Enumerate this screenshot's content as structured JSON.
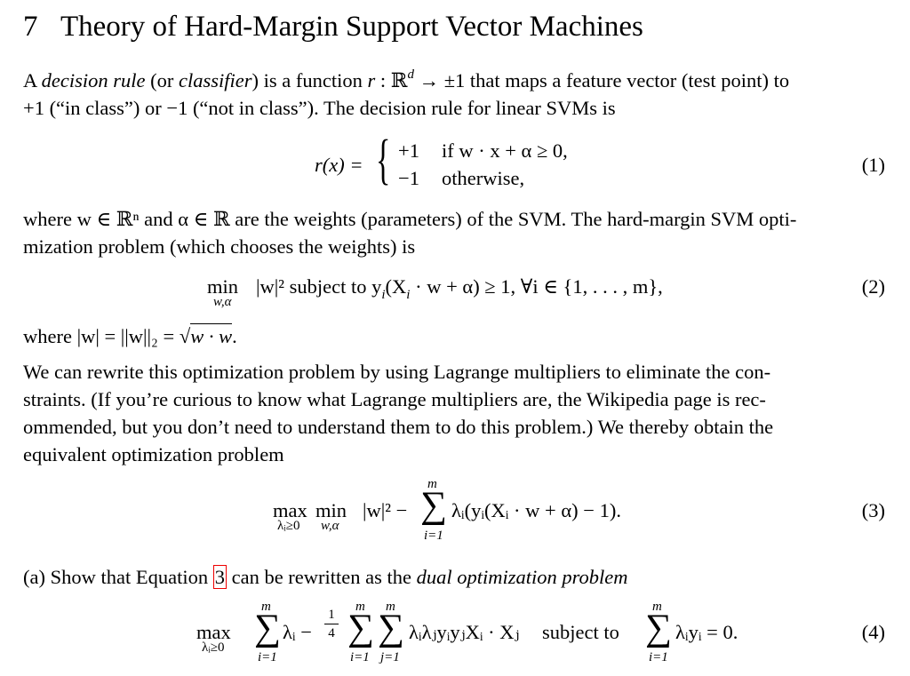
{
  "section": {
    "number": "7",
    "title": "Theory of Hard-Margin Support Vector Machines"
  },
  "p1": {
    "a": "A ",
    "term1": "decision rule",
    "b": " (or ",
    "term2": "classifier",
    "c": ") is a function ",
    "d": " that maps a feature vector (test point) to",
    "line2": "+1 (“in class”) or −1 (“not in class”). The decision rule for linear SVMs is"
  },
  "eq1": {
    "lhs": "r(x) =",
    "case1_val": "+1",
    "case1_cond": "if w · x + α ≥ 0,",
    "case2_val": "−1",
    "case2_cond": "otherwise,",
    "num": "(1)"
  },
  "p2": {
    "line1": "where w ∈ ℝⁿ and α ∈ ℝ are the weights (parameters) of the SVM. The hard-margin SVM opti-",
    "line2": "mization problem (which chooses the weights) is"
  },
  "eq2": {
    "min": "min",
    "min_sub": "w,α",
    "body": "|w|² subject to y",
    "constraint": "(X",
    "rest": " · w + α) ≥ 1,  ∀i ∈ {1, . . . , m},",
    "num": "(2)"
  },
  "p3": {
    "text": "where |w| = ||w||₂ = ",
    "sqrt": "w · w",
    "end": "."
  },
  "p4": {
    "l1": "We can rewrite this optimization problem by using Lagrange multipliers to eliminate the con-",
    "l2": "straints.  (If you’re curious to know what Lagrange multipliers are, the Wikipedia page is rec-",
    "l3": "ommended, but you don’t need to understand them to do this problem.)  We thereby obtain the",
    "l4": "equivalent optimization problem"
  },
  "eq3": {
    "max": "max",
    "max_sub": "λᵢ≥0",
    "min": "min",
    "min_sub": "w,α",
    "pre": "|w|² −",
    "sum_top": "m",
    "sum_bot": "i=1",
    "post": "λᵢ(yᵢ(Xᵢ · w + α) − 1).",
    "num": "(3)"
  },
  "parta": {
    "label": "(a)",
    "text": " Show that Equation ",
    "ref": "3",
    "text2": " can be rewritten as the ",
    "term": "dual optimization problem"
  },
  "eq4": {
    "max": "max",
    "max_sub": "λᵢ≥0",
    "s1_top": "m",
    "s1_bot": "i=1",
    "t1": "λᵢ −",
    "frac_num": "1",
    "frac_den": "4",
    "s2_top": "m",
    "s2_bot": "i=1",
    "s3_top": "m",
    "s3_bot": "j=1",
    "t2": "λᵢλⱼyᵢyⱼXᵢ · Xⱼ",
    "subj": "subject to",
    "s4_top": "m",
    "s4_bot": "i=1",
    "t3": "λᵢyᵢ = 0.",
    "num": "(4)"
  }
}
